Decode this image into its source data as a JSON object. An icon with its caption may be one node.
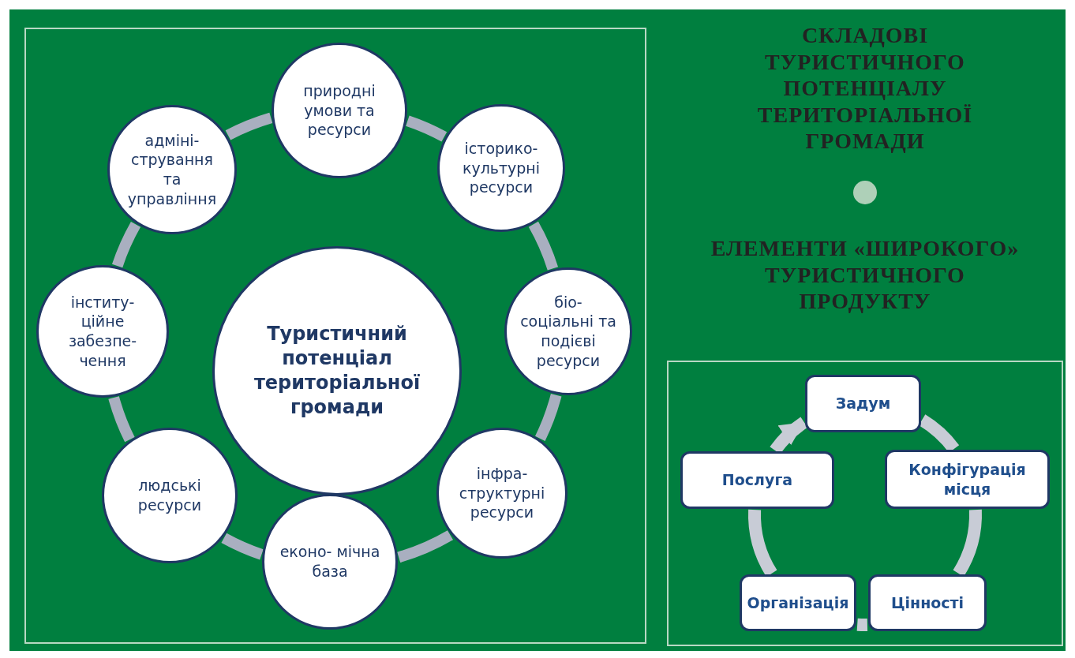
{
  "diagram": {
    "nodes": [
      {
        "text": [
          "Туристичний потенціал територіальної громади"
        ]
      },
      {
        "text": [
          "природні умови та ресурси"
        ]
      },
      {
        "text": [
          "історико- культурні ресурси"
        ]
      },
      {
        "text": [
          "біо- соціальні та подієві ресурси"
        ]
      },
      {
        "text": [
          "інфра- структурні ресурси"
        ]
      },
      {
        "text": [
          "еконо- мічна база"
        ]
      },
      {
        "text": [
          "людські ресурси"
        ]
      },
      {
        "text": [
          "інститу- ційне забезпе- чення"
        ]
      },
      {
        "text": [
          "адміні- стрування та управління"
        ]
      },
      {
        "text": [
          "Задум"
        ]
      },
      {
        "text": [
          "Конфігурація місця"
        ]
      },
      {
        "text": [
          "Цінності"
        ]
      },
      {
        "text": [
          "Організація"
        ]
      },
      {
        "text": [
          "Послуга"
        ]
      }
    ],
    "edges": [
      {
        "from": 1,
        "to": 2,
        "arrow": "none"
      },
      {
        "from": 2,
        "to": 3,
        "arrow": "none"
      },
      {
        "from": 3,
        "to": 4,
        "arrow": "none"
      },
      {
        "from": 4,
        "to": 5,
        "arrow": "none"
      },
      {
        "from": 5,
        "to": 6,
        "arrow": "none"
      },
      {
        "from": 6,
        "to": 7,
        "arrow": "none"
      },
      {
        "from": 7,
        "to": 8,
        "arrow": "none"
      },
      {
        "from": 8,
        "to": 1,
        "arrow": "none"
      },
      {
        "from": 9,
        "to": 10,
        "arrow": "none"
      },
      {
        "from": 10,
        "to": 11,
        "arrow": "none"
      },
      {
        "from": 11,
        "to": 12,
        "arrow": "none"
      },
      {
        "from": 12,
        "to": 13,
        "arrow": "none"
      },
      {
        "from": 13,
        "to": 9,
        "arrow": "to"
      }
    ],
    "labels": [
      "СКЛАДОВІ ТУРИСТИЧНОГО ПОТЕНЦІАЛУ ТЕРИТОРІАЛЬНОЇ ГРОМАДИ",
      "ЕЛЕМЕНТИ «ШИРОКОГО» ТУРИСТИЧНОГО ПРОДУКТУ"
    ]
  }
}
